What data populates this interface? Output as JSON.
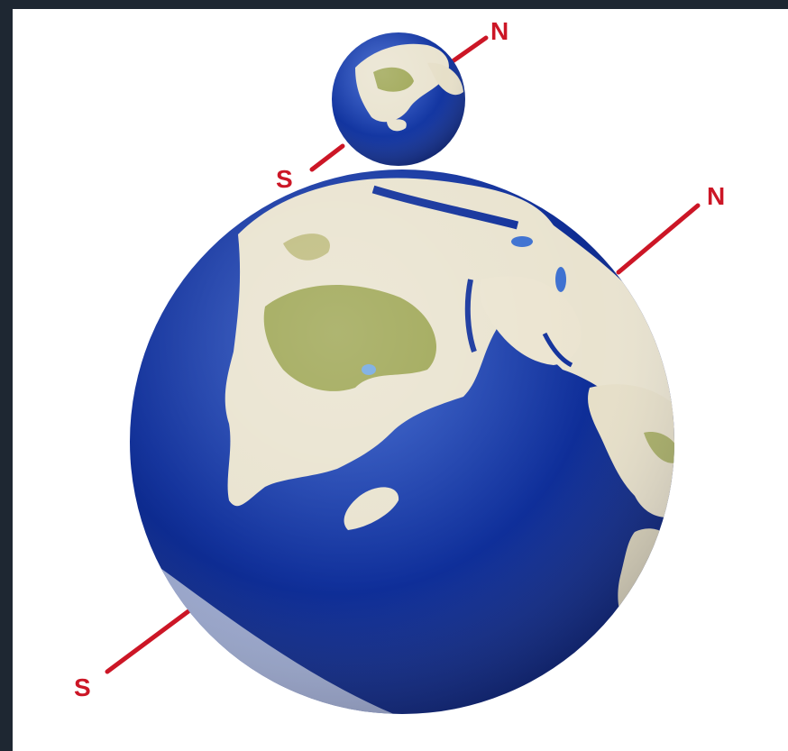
{
  "colors": {
    "frame": "#1e2732",
    "background": "#ffffff",
    "axis": "#cc1626",
    "ocean": "#0d2b8c",
    "land": "#e9e3cf",
    "vegetation": "#8f9a3c"
  },
  "diagram": {
    "small_globe": {
      "north_label": "N",
      "south_label": "S"
    },
    "large_globe": {
      "north_label": "N",
      "south_label": "S"
    }
  }
}
